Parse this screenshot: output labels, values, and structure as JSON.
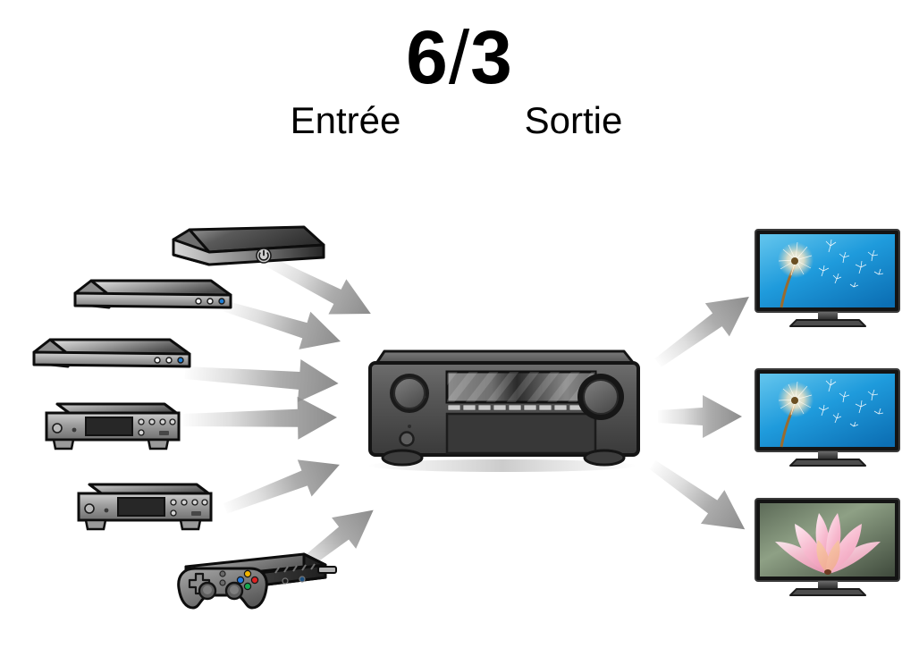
{
  "header": {
    "inputs_count": "6",
    "separator": "/",
    "outputs_count": "3",
    "input_label": "Entrée",
    "output_label": "Sortie"
  },
  "diagram": {
    "type": "connectivity-diagram",
    "description": "Schéma de connexion 6 entrées / 3 sorties d'un amplificateur audio-vidéo",
    "center_device": {
      "name": "av-receiver",
      "body_color": "#4a4a4a",
      "accent_color": "#1c1c1c",
      "controls": {
        "left_knob": "input-selector-knob",
        "right_knob": "volume-knob",
        "display": "front-panel-display",
        "button_row_count": "10",
        "power_button": "power-button",
        "led": "standby-led"
      }
    },
    "inputs": [
      {
        "id": "input-1",
        "name": "set-top-box",
        "label": "",
        "color": "#3a3a3a"
      },
      {
        "id": "input-2",
        "name": "blu-ray-player",
        "label": "",
        "color": "#9a9a9a"
      },
      {
        "id": "input-3",
        "name": "dvd-player",
        "label": "",
        "color": "#9a9a9a"
      },
      {
        "id": "input-4",
        "name": "cd-player",
        "label": "",
        "color": "#8f8f8f"
      },
      {
        "id": "input-5",
        "name": "media-player",
        "label": "",
        "color": "#8f8f8f"
      },
      {
        "id": "input-6",
        "name": "game-console",
        "label": "",
        "color": "#7d7d7d"
      }
    ],
    "outputs": [
      {
        "id": "output-1",
        "name": "tv-display-1",
        "image": "dandelion",
        "bg_color": "#1a8fd0"
      },
      {
        "id": "output-2",
        "name": "tv-display-2",
        "image": "dandelion",
        "bg_color": "#1a8fd0"
      },
      {
        "id": "output-3",
        "name": "tv-display-3",
        "image": "lotus-flower",
        "bg_color": "#7d8f7a"
      }
    ],
    "arrows": {
      "count": "9",
      "input_arrow_count": "6",
      "output_arrow_count": "3",
      "color": "#8c8c8c",
      "style": "gradient-fade-to-solid"
    },
    "gamepad_buttons": [
      "yellow",
      "blue",
      "green",
      "red"
    ]
  }
}
